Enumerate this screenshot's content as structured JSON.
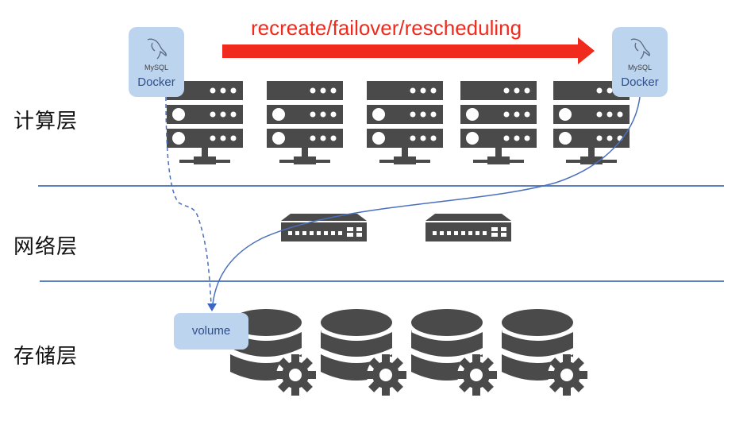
{
  "layers": {
    "compute": "计算层",
    "network": "网络层",
    "storage": "存储层"
  },
  "migration_arrow": {
    "label": "recreate/failover/rescheduling",
    "color": "#f02a1c"
  },
  "containers": [
    {
      "logo": "MySQL",
      "label": "Docker",
      "role": "source"
    },
    {
      "logo": "MySQL",
      "label": "Docker",
      "role": "target"
    }
  ],
  "volume": {
    "label": "volume"
  },
  "compute_nodes": [
    {
      "icon": "server-rack-icon"
    },
    {
      "icon": "server-rack-icon"
    },
    {
      "icon": "server-rack-icon"
    },
    {
      "icon": "server-rack-icon"
    },
    {
      "icon": "server-rack-icon"
    }
  ],
  "network_devices": [
    {
      "icon": "network-switch-icon"
    },
    {
      "icon": "network-switch-icon"
    }
  ],
  "storage_nodes": [
    {
      "icon": "database-gear-icon"
    },
    {
      "icon": "database-gear-icon"
    },
    {
      "icon": "database-gear-icon"
    },
    {
      "icon": "database-gear-icon"
    }
  ],
  "colors": {
    "icon_gray": "#4a4a4a",
    "box_blue": "#bdd4ee",
    "line_blue": "#4a6fbf",
    "divider_blue": "#5b7fc0"
  }
}
